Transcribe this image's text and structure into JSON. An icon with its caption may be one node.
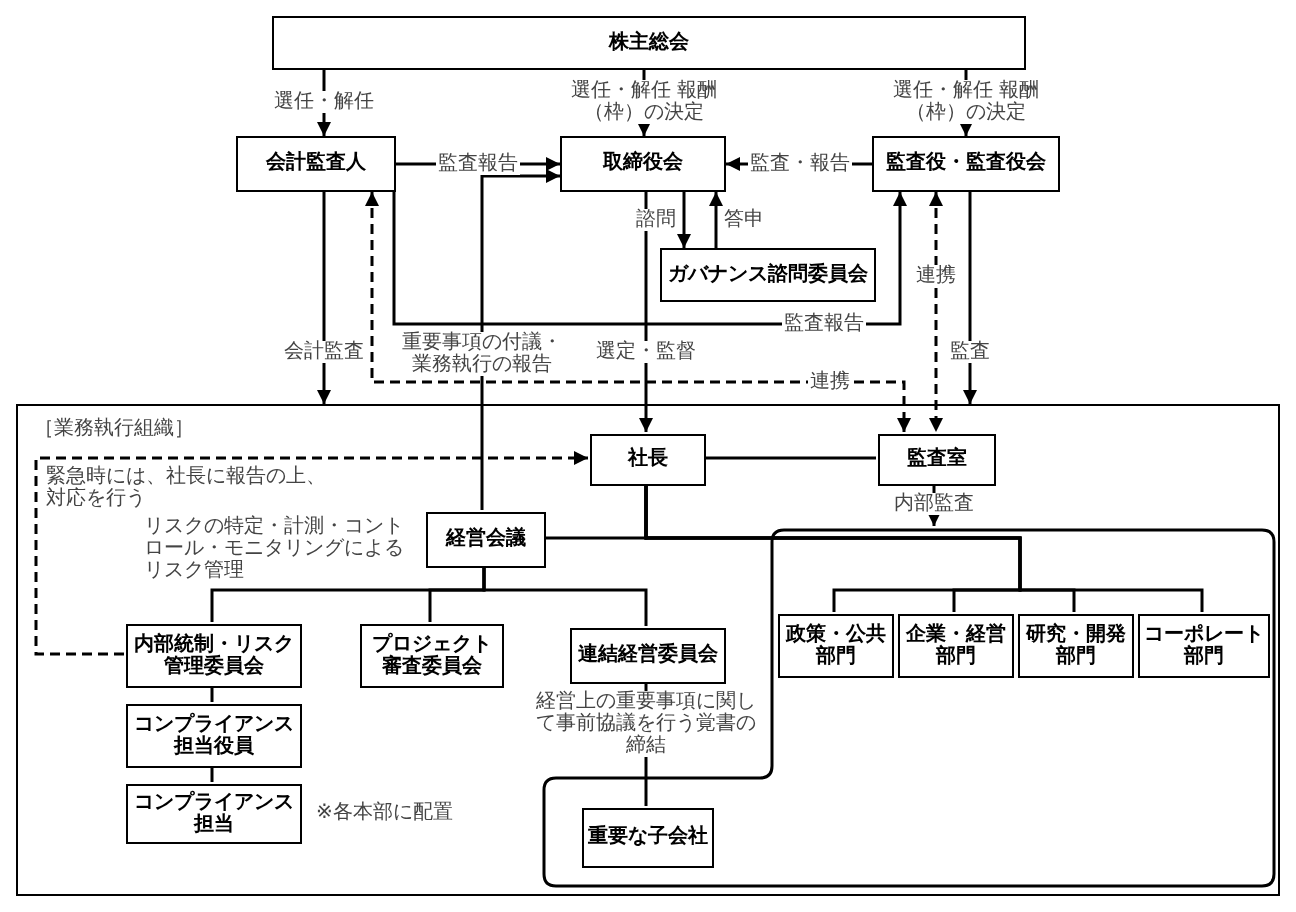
{
  "diagram": {
    "nodes": [
      {
        "text": [
          "株主総会"
        ]
      },
      {
        "text": [
          "会計監査人"
        ]
      },
      {
        "text": [
          "取締役会"
        ]
      },
      {
        "text": [
          "監査役・監査役会"
        ]
      },
      {
        "text": [
          "ガバナンス諮問委員会"
        ]
      },
      {
        "text": [
          "［業務執行組織］"
        ]
      },
      {
        "text": [
          "社長"
        ],
        "in": 5
      },
      {
        "text": [
          "監査室"
        ],
        "in": 5
      },
      {
        "text": [
          "経営会議"
        ],
        "in": 5
      },
      {
        "text": [],
        "shape": "box",
        "in": 5
      },
      {
        "text": [
          "政策・公共部門"
        ],
        "in": 9
      },
      {
        "text": [
          "企業・経営部門"
        ],
        "in": 9
      },
      {
        "text": [
          "研究・開発部門"
        ],
        "in": 9
      },
      {
        "text": [
          "コーポレート部門"
        ],
        "in": 9
      },
      {
        "text": [
          "内部統制・リスク管理委員会"
        ],
        "in": 5
      },
      {
        "text": [
          "プロジェクト審査委員会"
        ],
        "in": 5
      },
      {
        "text": [
          "連結経営委員会"
        ],
        "in": 5
      },
      {
        "text": [
          "コンプライアンス担当役員"
        ],
        "in": 5
      },
      {
        "text": [
          "コンプライアンス担当"
        ],
        "in": 5,
        "beside": [
          "※各本部に配置"
        ]
      },
      {
        "text": [
          "重要な子会社"
        ],
        "in": 9
      }
    ],
    "edges": [
      {
        "from": 0,
        "to": 1,
        "arrow": "to",
        "label": "選任・解任"
      },
      {
        "from": 0,
        "to": 2,
        "arrow": "to",
        "label": "選任・解任 報酬（枠）の決定"
      },
      {
        "from": 0,
        "to": 3,
        "arrow": "to",
        "label": "選任・解任 報酬（枠）の決定"
      },
      {
        "from": 1,
        "to": 2,
        "arrow": "to",
        "label": "監査報告"
      },
      {
        "from": 3,
        "to": 2,
        "arrow": "to",
        "label": "監査・報告"
      },
      {
        "from": 2,
        "to": 4,
        "arrow": "to",
        "label": "諮問"
      },
      {
        "from": 4,
        "to": 2,
        "arrow": "to",
        "label": "答申"
      },
      {
        "from": 1,
        "to": 3,
        "arrow": "to",
        "label": "監査報告"
      },
      {
        "from": 1,
        "to": 5,
        "arrow": "to",
        "label": "会計監査"
      },
      {
        "from": 8,
        "to": 2,
        "arrow": "to",
        "label": "重要事項の付議・業務執行の報告"
      },
      {
        "from": 2,
        "to": 6,
        "arrow": "to",
        "label": "選定・監督"
      },
      {
        "from": 3,
        "to": 5,
        "arrow": "to",
        "label": "監査"
      },
      {
        "from": 1,
        "to": 7,
        "arrow": "both",
        "style": "dashed",
        "label": "連携"
      },
      {
        "from": 3,
        "to": 7,
        "arrow": "both",
        "style": "dashed",
        "label": "連携"
      },
      {
        "from": 14,
        "to": 6,
        "arrow": "to",
        "style": "dashed",
        "label": "緊急時には、社長に報告の上、対応を行う"
      },
      {
        "from": 6,
        "to": 7,
        "arrow": "none"
      },
      {
        "from": 6,
        "to": 8,
        "arrow": "none"
      },
      {
        "from": 6,
        "to": 10,
        "arrow": "none"
      },
      {
        "from": 6,
        "to": 11,
        "arrow": "none"
      },
      {
        "from": 6,
        "to": 12,
        "arrow": "none"
      },
      {
        "from": 6,
        "to": 13,
        "arrow": "none"
      },
      {
        "from": 7,
        "to": 9,
        "arrow": "to",
        "label": "内部監査"
      },
      {
        "from": 8,
        "to": 14,
        "arrow": "none"
      },
      {
        "from": 8,
        "to": 15,
        "arrow": "none"
      },
      {
        "from": 8,
        "to": 16,
        "arrow": "none"
      },
      {
        "from": 14,
        "to": 17,
        "arrow": "none"
      },
      {
        "from": 17,
        "to": 18,
        "arrow": "none"
      },
      {
        "from": 16,
        "to": 19,
        "arrow": "none",
        "label": "経営上の重要事項に関して事前協議を行う覚書の締結"
      }
    ],
    "labels": [
      "リスクの特定・計測・コントロール・モニタリングによるリスク管理"
    ]
  }
}
